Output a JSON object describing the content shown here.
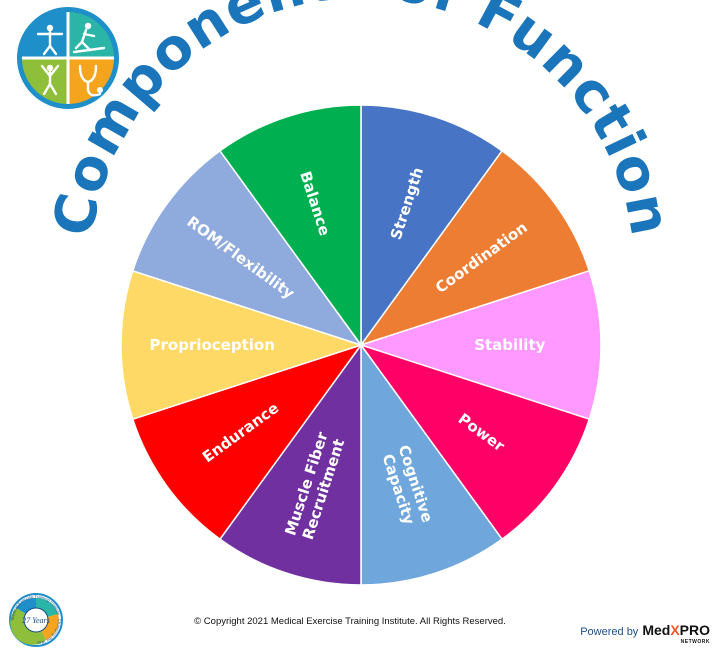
{
  "title": "Components of Function",
  "segments": [
    {
      "label": "Strength",
      "color": "#4774c4"
    },
    {
      "label": "Coordination",
      "color": "#ee7d34"
    },
    {
      "label": "Stability",
      "color": "#ff99ff"
    },
    {
      "label": "Power",
      "color": "#ff0066"
    },
    {
      "label": "Cognitive Capacity",
      "color": "#6fa6dc"
    },
    {
      "label": "Muscle Fiber Recruitment",
      "color": "#7030a0"
    },
    {
      "label": "Endurance",
      "color": "#ff0000"
    },
    {
      "label": "Proprioception",
      "color": "#ffd966"
    },
    {
      "label": "ROM/Flexibility",
      "color": "#8faadc"
    },
    {
      "label": "Balance",
      "color": "#00b050"
    }
  ],
  "title_color": "#1b75bb",
  "logo": {
    "quadrant_colors": [
      "#1e8fc9",
      "#2bb5a6",
      "#f4a41d",
      "#8fbf3a"
    ],
    "ring_color": "#1e8fc9",
    "badge_text": "27 Years",
    "badge_ring_text": "Medical Exercise Training Institute · Changing the Way"
  },
  "footer": {
    "copyright": "© Copyright 2021 Medical Exercise Training Institute. All Rights Reserved.",
    "powered_by": "Powered by",
    "brand": "Med",
    "brand_x": "X",
    "brand_end": "PRO",
    "brand_network": "NETWORK"
  }
}
